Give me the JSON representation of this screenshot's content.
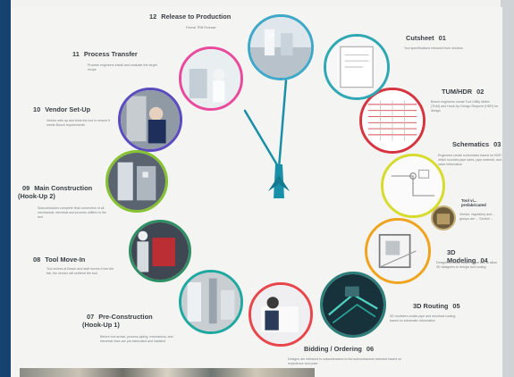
{
  "steps": [
    {
      "id": "12",
      "title": "Release to Production",
      "desc": "Formal TRB Release",
      "color": "#3ea8c9"
    },
    {
      "id": "11",
      "title": "Process Transfer",
      "desc": "Process engineers install and evaluate the target recipe",
      "color": "#e94b9c"
    },
    {
      "id": "10",
      "title": "Vendor Set-Up",
      "desc": "Vendor sets up and tests the tool to ensure it meets Bosch requirements",
      "color": "#5a4bbf"
    },
    {
      "id": "09",
      "title": "Main Construction (Hook-Up 2)",
      "desc": "Subcontractors complete final connection of all mechanical, electrical and process utilities to the tool",
      "color": "#86c232"
    },
    {
      "id": "08",
      "title": "Tool Move-In",
      "desc": "Tool arrives at Bosch and staff moves it into the fab, the vendor will set/level the tool",
      "color": "#2f8f64"
    },
    {
      "id": "07",
      "title": "Pre-Construction (Hook-Up 1)",
      "desc": "Before tool arrival, process piping, mechanical, and electrical lines are pre-fabricated and installed",
      "color": "#1ea8a0"
    },
    {
      "id": "06",
      "title": "Bidding / Ordering",
      "desc": "Designs are released to subcontractors to bid subcontractors selected based on experience and price",
      "color": "#e8464c"
    },
    {
      "id": "05",
      "title": "3D Routing",
      "desc": "3D modelers create pipe and electrical routing based on schematic information",
      "color": "#2c7e7a"
    },
    {
      "id": "04",
      "title": "3D Modeling",
      "desc": "Designers create model of the tool to allow 3D designers to design tool routing",
      "color": "#f0a31d"
    },
    {
      "id": "03",
      "title": "Schematics",
      "desc": "Engineers create schematics based on HDR which includes pipe sizes, pipe material, and valve information",
      "color": "#d7dc2c"
    },
    {
      "id": "02",
      "title": "TUM/HDR",
      "desc": "Bosch engineers create Tool Utility Matrix (TUM) and Hook-Up Design Request (HDR) for design",
      "color": "#d6353f"
    },
    {
      "id": "01",
      "title": "Cutsheet",
      "desc": "Tool specifications released from vendors",
      "color": "#2fa7b4"
    }
  ],
  "side_note": {
    "title": "Tool vi... prefabricated",
    "desc": "Vendor, regulatory and... groups are ... Service ..."
  },
  "hand_color": "#1a8fa8"
}
